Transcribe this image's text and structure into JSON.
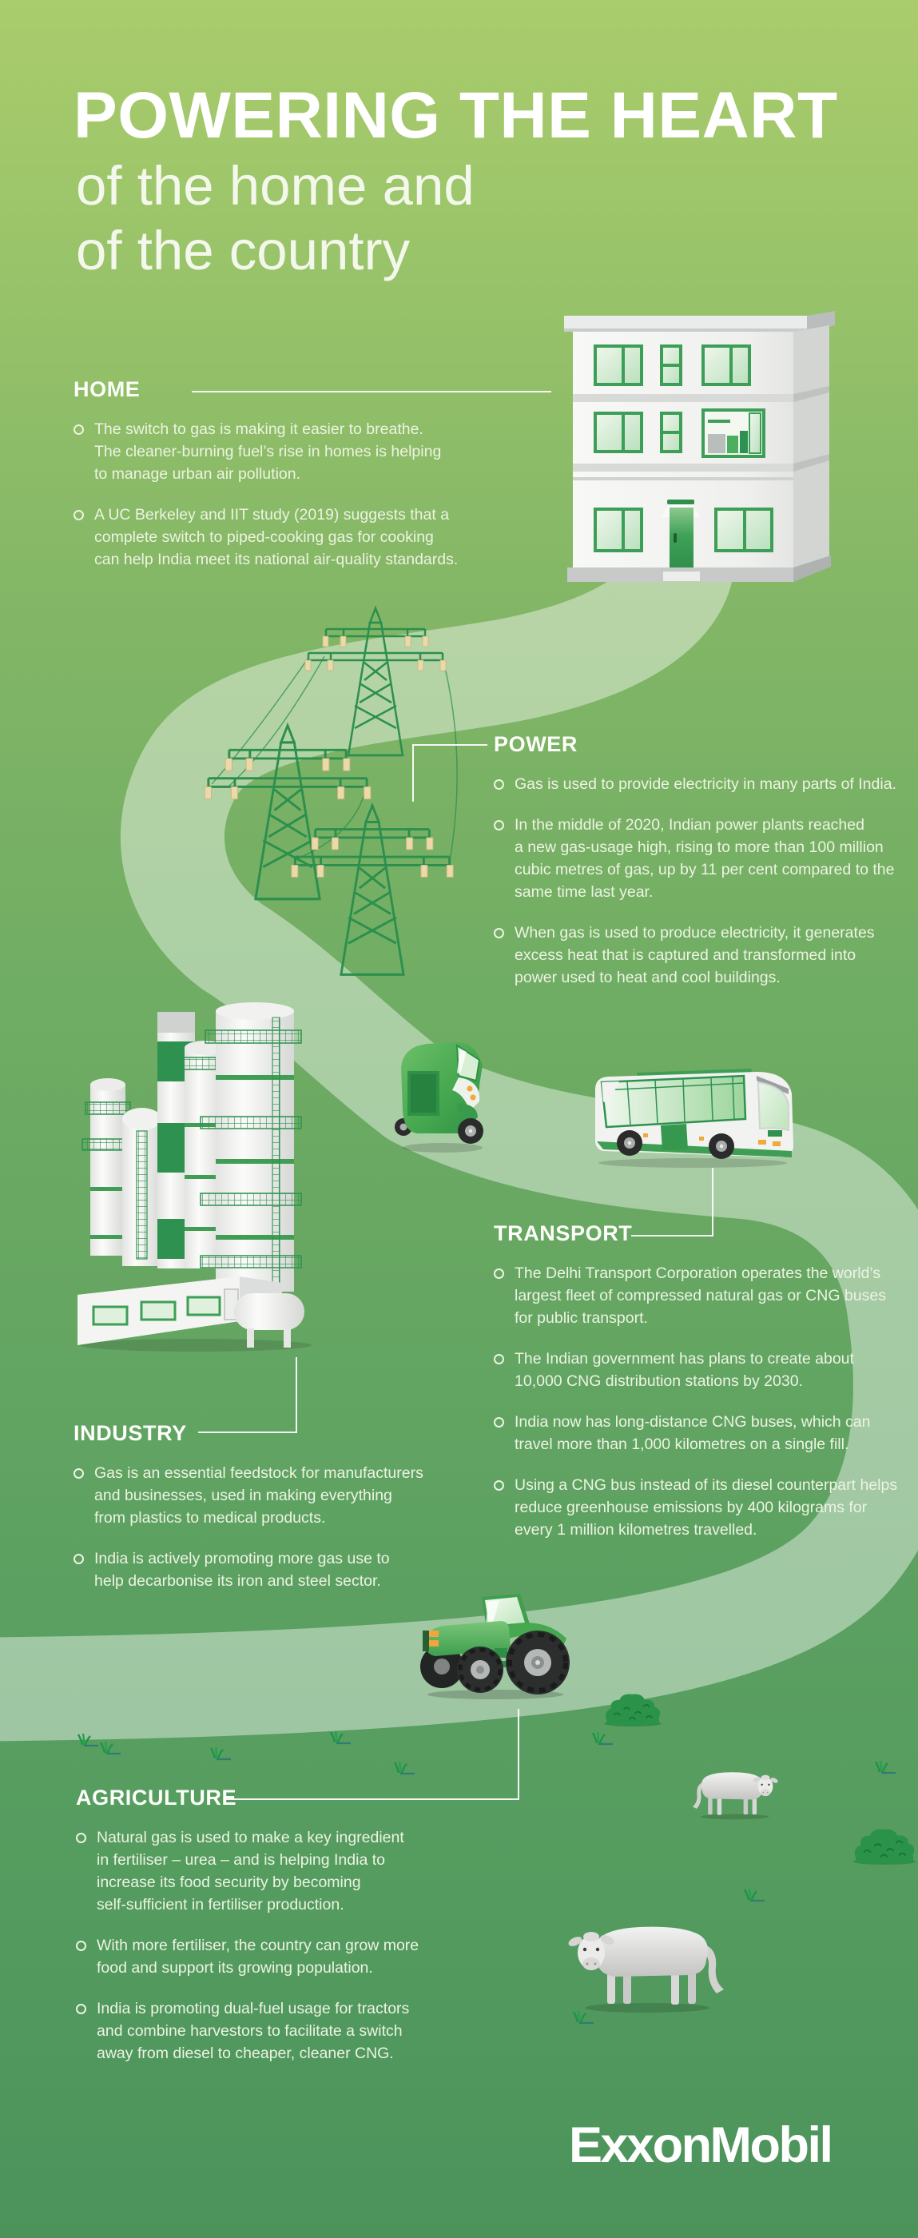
{
  "poster": {
    "title": "POWERING THE HEART",
    "subtitle_line1": "of the home and",
    "subtitle_line2": "of the country"
  },
  "sections": {
    "home": {
      "heading": "HOME",
      "bullets": [
        "The switch to gas is making it easier to breathe.\nThe cleaner-burning fuel’s rise in homes is helping\nto manage urban air pollution.",
        "A UC Berkeley and IIT study (2019) suggests that a\ncomplete switch to piped-cooking gas for cooking\ncan help India meet its national air-quality standards."
      ]
    },
    "power": {
      "heading": "POWER",
      "bullets": [
        "Gas is used to provide electricity in many parts of India.",
        "In the middle of 2020, Indian power plants reached\na new gas-usage high, rising to more than 100 million\ncubic metres of gas, up by 11 per cent compared to the\nsame time last year.",
        "When gas is used to produce electricity, it generates\nexcess heat that is captured and transformed into\npower used to heat and cool buildings."
      ]
    },
    "transport": {
      "heading": "TRANSPORT",
      "bullets": [
        "The Delhi Transport Corporation operates the world’s\nlargest fleet of compressed natural gas or CNG buses\nfor public transport.",
        "The Indian government has plans to create about\n10,000 CNG distribution stations by 2030.",
        "India now has long-distance CNG buses, which can\ntravel more than 1,000 kilometres on a single fill.",
        "Using a CNG bus instead of its diesel counterpart helps\nreduce greenhouse emissions by 400 kilograms for\nevery 1 million kilometres travelled."
      ]
    },
    "industry": {
      "heading": "INDUSTRY",
      "bullets": [
        "Gas is an essential feedstock for manufacturers\nand businesses, used in making everything\nfrom plastics to medical products.",
        "India is actively promoting more gas use to\nhelp decarbonise its iron and steel sector."
      ]
    },
    "agriculture": {
      "heading": "AGRICULTURE",
      "bullets": [
        "Natural gas is used to make a key ingredient\nin fertiliser – urea – and is helping India to\nincrease its food security by becoming\nself-sufficient in fertiliser production.",
        "With more fertiliser, the country can grow more\nfood and support its growing population.",
        "India is promoting dual-fuel usage for tractors\nand combine harvestors to facilitate a switch\naway from diesel to cheaper, cleaner CNG."
      ]
    }
  },
  "footer": {
    "brand": "ExxonMobil"
  },
  "colors": {
    "background_top": "#a9cc6c",
    "background_bottom": "#4b935b",
    "path_ribbon": "rgba(255,255,255,0.42)",
    "accent_green": "#2e9150",
    "heading_text": "#ffffff",
    "body_text": "#edf3e2",
    "insulator_cream": "#ecd9a9",
    "headlight_orange": "#f0a93c"
  },
  "illustrations": {
    "building": "residential-building",
    "towers": "electricity-pylons",
    "rickshaw": "auto-rickshaw",
    "bus": "cng-bus",
    "factory": "industrial-plant",
    "tractor": "tractor",
    "cow": "cow",
    "bush": "bush",
    "grass": "grass-tuft"
  }
}
